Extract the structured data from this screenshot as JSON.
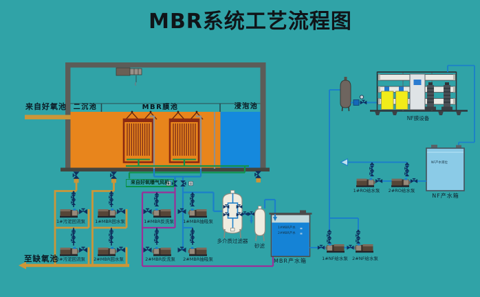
{
  "title": "MBR系统工艺流程图",
  "colors": {
    "background": "#30a3a7",
    "tank_orange": "#e8851c",
    "soak_pool_blue": "#1589dd",
    "tank_frame_gray": "#5c5c58",
    "pipe_orange": "#cc9638",
    "pipe_blue": "#1b7fc9",
    "pipe_purple": "#9c2f98",
    "pipe_green": "#12914c",
    "pipe_gray": "#8f8f8f",
    "valve_navy": "#0e2f5e",
    "membrane_frame_red": "#8a2a12",
    "vessel_white": "#efece0",
    "cip_tank_yellow": "#f1ec1a",
    "water_blue": "#1583d6",
    "nf_tank_fill": "#8bcbe7"
  },
  "bioreactor": {
    "inlet_label": "来自好氧池",
    "outlet_label": "至缺氧池",
    "aeration_source_label": "来自好氧曝气风机",
    "sections": [
      {
        "label": "二沉池"
      },
      {
        "label": "MBR膜池"
      },
      {
        "label": "浸泡池"
      }
    ]
  },
  "pumps": {
    "sludge_return_1": "1#污泥回流泵",
    "mbr_return_1": "1#MBR回水泵",
    "sludge_return_2": "2#污泥回流泵",
    "mbr_return_2": "2#MBR回水泵",
    "mbr_backwash_1": "1#MBR反洗泵",
    "mbr_backwash_2": "2#MBR反洗泵",
    "mbr_suction_1": "1#MBR抽吸泵",
    "mbr_suction_2": "2#MBR抽吸泵",
    "nf_feed_1": "1#NF给水泵",
    "nf_feed_2": "2#NF给水泵",
    "ro_feed_1": "1#RO给水泵",
    "ro_feed_2": "2#RO给水泵"
  },
  "equipment": {
    "multimedia_filter": "多介质过滤器",
    "sand_filter": "砂滤",
    "mbr_product_tank": "MBR产水箱",
    "mbr_product_tank_note1": "1#MBR产水",
    "mbr_product_tank_note2": "2#MBR产水",
    "nf_unit": "NF膜设备",
    "nf_product_tank": "NF产水箱",
    "nf_product_tank_note": "NF产水液位"
  }
}
